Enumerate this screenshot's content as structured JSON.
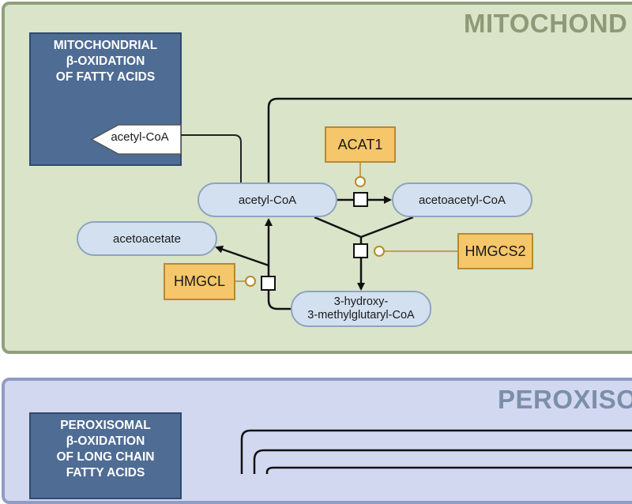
{
  "compartments": {
    "mitochondrion": {
      "title": "MITOCHOND"
    },
    "peroxisome": {
      "title": "PEROXISO"
    }
  },
  "process_boxes": {
    "mito_beta_oxidation": [
      "MITOCHONDRIAL",
      "β-OXIDATION",
      "OF FATTY ACIDS"
    ],
    "perox_beta_oxidation": [
      "PEROXISOMAL",
      "β-OXIDATION",
      "OF LONG CHAIN",
      "FATTY ACIDS"
    ]
  },
  "metabolites": {
    "acetyl_coa_tag": "acetyl-CoA",
    "acetyl_coa": "acetyl-CoA",
    "acetoacetyl_coa": "acetoacetyl-CoA",
    "acetoacetate": "acetoacetate",
    "hmg_coa_line1": "3-hydroxy-",
    "hmg_coa_line2": "3-methylglutaryl-CoA"
  },
  "enzymes": {
    "acat1": "ACAT1",
    "hmgcs2": "HMGCS2",
    "hmgcl": "HMGCL"
  },
  "colors": {
    "mito_fill": "#d9e4c9",
    "perox_fill": "#d2d8f0",
    "process_box": "#4e6c94",
    "metabolite_fill": "#d3e0f0",
    "enzyme_fill": "#f5c66a",
    "catalysis_line": "#b88a2c"
  }
}
